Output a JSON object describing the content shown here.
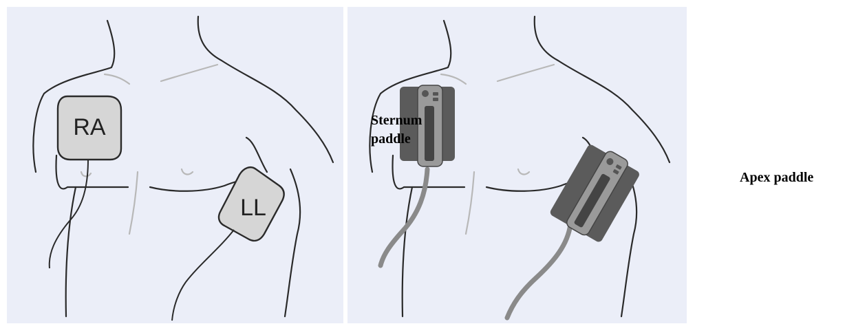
{
  "left_figure": {
    "pads": [
      {
        "label": "RA"
      },
      {
        "label": "LL"
      }
    ]
  },
  "right_figure": {
    "captions": {
      "sternum_line1": "Sternum",
      "sternum_line2": "paddle",
      "apex": "Apex paddle"
    }
  },
  "colors": {
    "background": "#ebeef8",
    "outline": "#2a2a2a",
    "pad_fill": "#d6d6d6",
    "paddle_dark": "#5b5b5b",
    "paddle_light": "#9a9a9a"
  }
}
